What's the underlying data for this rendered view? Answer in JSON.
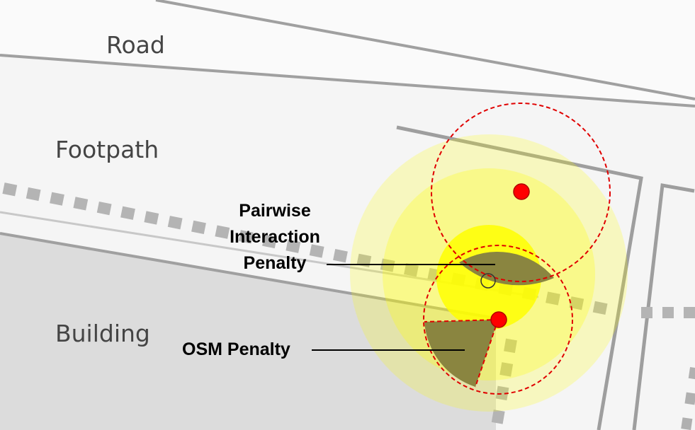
{
  "zones": {
    "road": "Road",
    "footpath": "Footpath",
    "building": "Building"
  },
  "callouts": {
    "pairwise_line1": "Pairwise",
    "pairwise_line2": "Interaction",
    "pairwise_line3": "Penalty",
    "osm": "OSM Penalty"
  },
  "colors": {
    "background": "#f5f5f5",
    "road_line": "#9e9e9e",
    "building_fill": "#dcdcdc",
    "footpath_dash": "#b4b4b4",
    "halo_yellow": "#ffff00",
    "penalty_fill": "#8a8540",
    "agent_red": "#ff0000",
    "dashed_circle": "#e00000"
  }
}
